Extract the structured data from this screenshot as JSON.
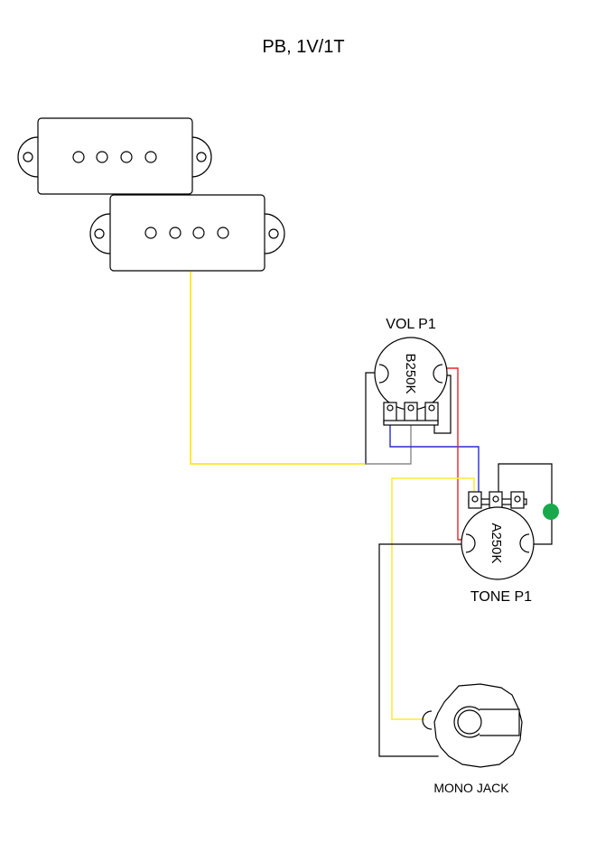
{
  "title": "PB, 1V/1T",
  "labels": {
    "volume_pot": "VOL P1",
    "volume_value": "B250K",
    "tone_pot": "TONE P1",
    "tone_value": "A250K",
    "jack": "MONO JACK"
  },
  "colors": {
    "outline": "#000000",
    "wire_yellow": "#ffe93b",
    "wire_red": "#e6262b",
    "wire_blue": "#2a2ad6",
    "wire_gray": "#8a8a8a",
    "wire_black": "#000000",
    "capacitor": "#1aa84c"
  }
}
